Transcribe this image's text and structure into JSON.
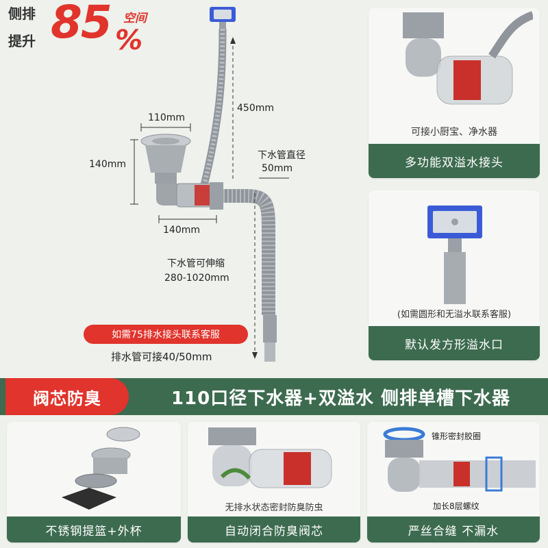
{
  "hero": {
    "line1": "侧排",
    "line2": "提升",
    "big": "85",
    "pct": "%",
    "label": "空间"
  },
  "diagram": {
    "width_top": "110mm",
    "height_left": "140mm",
    "width_bottom": "140mm",
    "hose_length": "450mm",
    "pipe_diameter_label": "下水管直径",
    "pipe_diameter_value": "50mm",
    "telescopic_label": "下水管可伸缩",
    "telescopic_value": "280-1020mm",
    "notice": "如需75排水接头联系客服",
    "connect": "排水管可接40/50mm"
  },
  "right_cards": [
    {
      "caption": "可接小厨宝、净水器",
      "footer": "多功能双溢水接头"
    },
    {
      "caption": "(如需圆形和无溢水联系客服)",
      "footer": "默认发方形溢水口"
    }
  ],
  "banner": {
    "tag": "阀芯防臭",
    "title": "110口径下水器+双溢水 侧排单槽下水器"
  },
  "bottom_cards": [
    {
      "footer": "不锈钢提篮+外杯"
    },
    {
      "caption": "无排水状态密封防臭防虫",
      "footer": "自动闭合防臭阀芯"
    },
    {
      "label_top": "锥形密封胶圈",
      "label_bottom": "加长8层螺纹",
      "footer": "严丝合缝 不漏水"
    }
  ],
  "colors": {
    "accent_red": "#e0342c",
    "accent_green": "#3d6b4f",
    "overflow_blue": "#3b5bd6"
  }
}
